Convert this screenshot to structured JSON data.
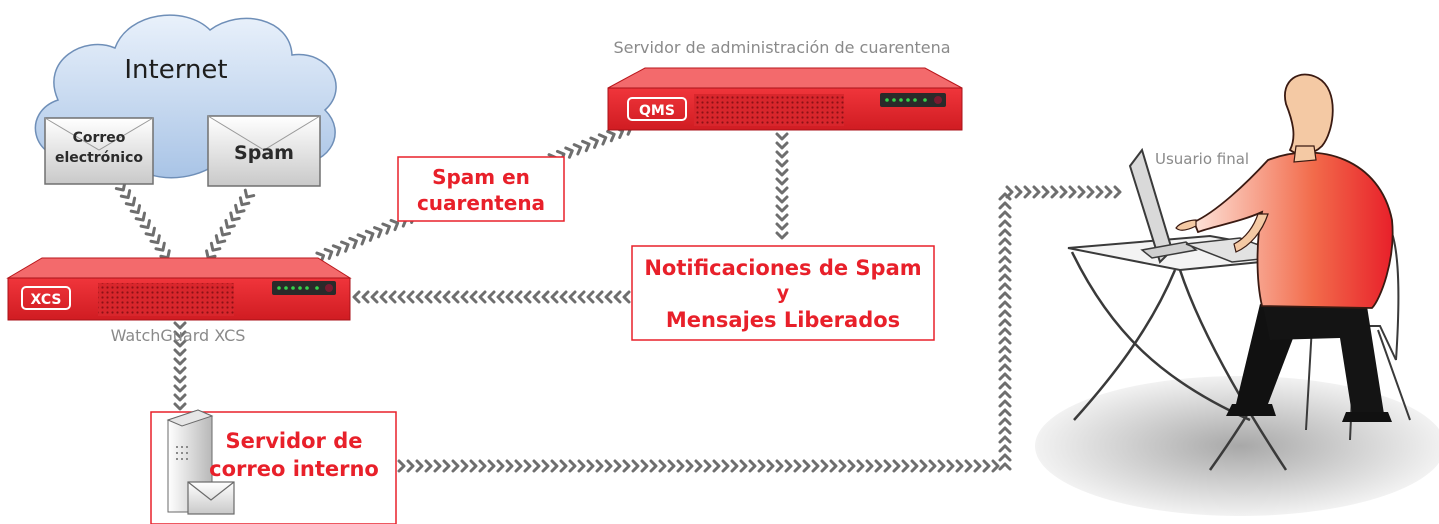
{
  "internet": {
    "label": "Internet"
  },
  "envelopes": {
    "email_line1": "Correo",
    "email_line2": "electrónico",
    "spam": "Spam"
  },
  "qms": {
    "caption": "Servidor de administración de cuarentena",
    "badge": "QMS"
  },
  "xcs": {
    "caption": "WatchGuard XCS",
    "badge": "XCS"
  },
  "quarantine_box": {
    "line1": "Spam en",
    "line2": "cuarentena"
  },
  "notifications_box": {
    "line1": "Notificaciones de Spam",
    "line2": "y",
    "line3": "Mensajes Liberados"
  },
  "mail_server_box": {
    "line1": "Servidor de",
    "line2": "correo interno"
  },
  "end_user": {
    "label": "Usuario final"
  },
  "colors": {
    "accent_red": "#e8202a",
    "arrow_gray": "#6e6e6e",
    "cloud_blue": "#bcd3ee"
  }
}
